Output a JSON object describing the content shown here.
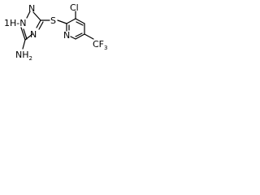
{
  "molecule": {
    "atoms": {
      "nh": "1H-N",
      "n_triazole_top": "N",
      "n_triazole_bottom": "N",
      "nh2": "NH",
      "nh2_sub": "2",
      "s": "S",
      "cl": "Cl",
      "n_pyridine": "N",
      "cf3": "CF",
      "cf3_sub": "3"
    }
  }
}
